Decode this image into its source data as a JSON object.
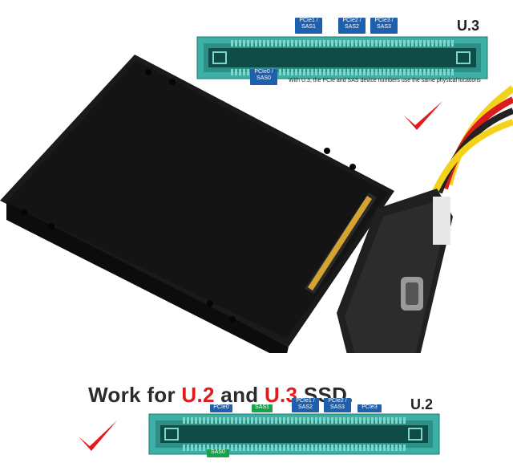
{
  "u3_panel": {
    "label": "U.3",
    "top_tags": [
      "PCIe1 /\nSAS1",
      "PCIe2 /\nSAS2",
      "PCIe3 /\nSAS3"
    ],
    "bottom_tag": "PCIe0 /\nSAS0",
    "note": "With U.3, the PCIe and SAS device numbers use the same physical locations"
  },
  "headline": {
    "prefix": "Work for ",
    "u2": "U.2",
    "middle": " and ",
    "u3": "U.3",
    "suffix": " SSD."
  },
  "u2_panel": {
    "label": "U.2",
    "top_tags": [
      {
        "text": "PCIe0",
        "color": "blue"
      },
      {
        "text": "SAS1",
        "color": "green"
      },
      {
        "text": "PCIe1 /\nSAS2",
        "color": "blue"
      },
      {
        "text": "PCIe2 /\nSAS3",
        "color": "blue"
      },
      {
        "text": "PCIe3",
        "color": "blue"
      }
    ],
    "bottom_tag": "SAS0"
  },
  "colors": {
    "connector_teal": "#3cb0a5",
    "connector_dark": "#0f4c48",
    "check_red": "#e11b1b",
    "pcie_blue": "#1e5fae",
    "sas_green": "#17a34a"
  }
}
